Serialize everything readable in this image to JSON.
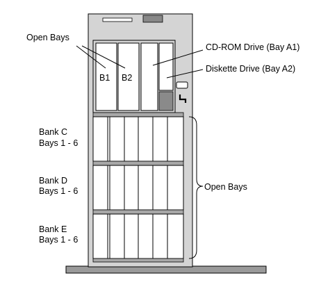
{
  "labels": {
    "open_bays_top": "Open Bays",
    "bay_b1": "B1",
    "bay_b2": "B2",
    "cdrom": "CD-ROM Drive (Bay A1)",
    "diskette": "Diskette Drive (Bay A2)",
    "bank_c_name": "Bank C",
    "bank_c_bays": "Bays 1 - 6",
    "bank_d_name": "Bank D",
    "bank_d_bays": "Bays 1 - 6",
    "bank_e_name": "Bank E",
    "bank_e_bays": "Bays 1 - 6",
    "open_bays_right": "Open Bays"
  },
  "colors": {
    "chassis": "#d4d4d4",
    "bay_face": "#ffffff",
    "outline": "#000000",
    "base": "#9a9a9a"
  }
}
